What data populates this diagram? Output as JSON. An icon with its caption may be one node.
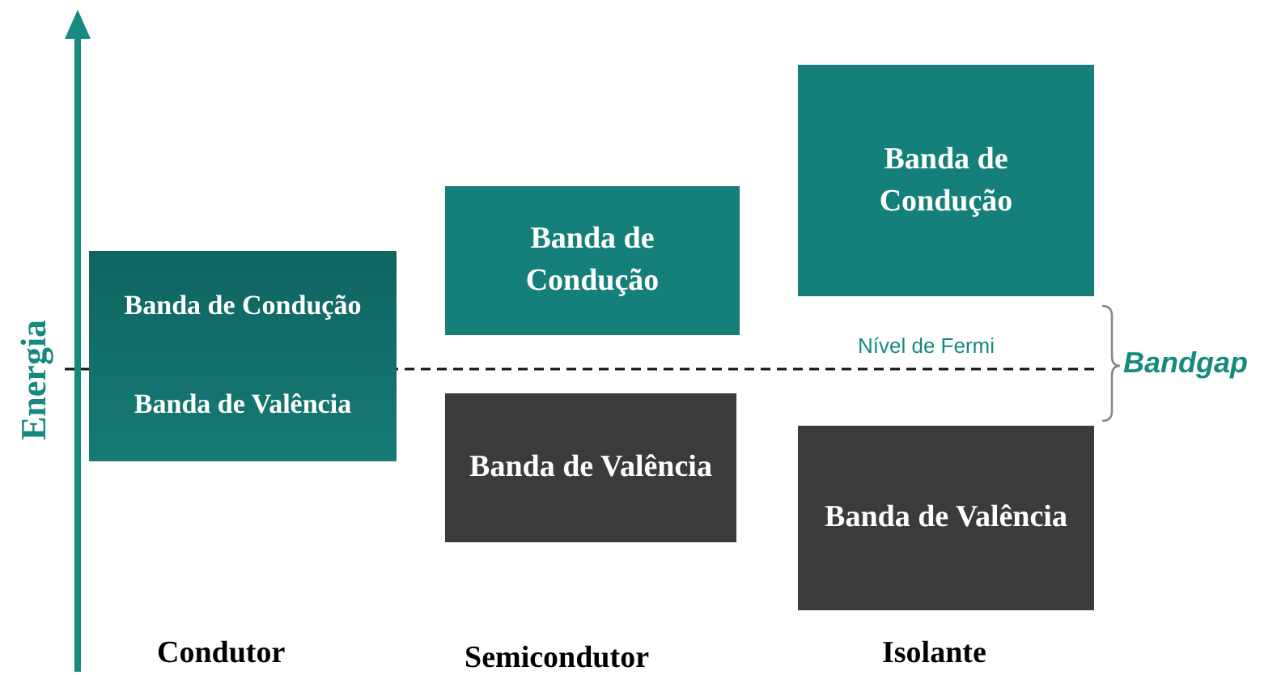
{
  "diagram": {
    "nodes": [
      {
        "text": [
          "Banda de Condução",
          "Banda de Valência"
        ]
      },
      {
        "text": [
          "Banda de Condução"
        ]
      },
      {
        "text": [
          "Banda de Valência"
        ]
      },
      {
        "text": [
          "Banda de Condução"
        ]
      },
      {
        "text": [
          "Banda de Valência"
        ]
      }
    ],
    "labels": [
      "Energia",
      "Nível de Fermi",
      "Bandgap",
      "Condutor",
      "Semicondutor",
      "Isolante"
    ]
  }
}
